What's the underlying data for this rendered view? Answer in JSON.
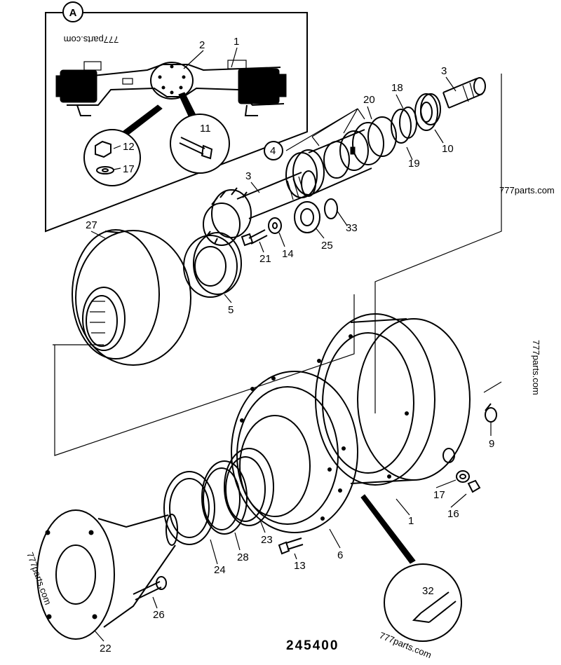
{
  "inset": {
    "label": "A",
    "watermark": "777parts.com",
    "callouts": [
      "1",
      "2",
      "11",
      "12",
      "17"
    ]
  },
  "part_labels": [
    "3",
    "18",
    "20",
    "4",
    "19",
    "10",
    "3",
    "33",
    "25",
    "14",
    "21",
    "27",
    "5",
    "9",
    "17",
    "16",
    "1",
    "6",
    "23",
    "28",
    "24",
    "13",
    "32",
    "26",
    "22"
  ],
  "watermarks": [
    "777parts.com",
    "777parts.com",
    "777parts.com",
    "777parts.com"
  ],
  "drawing_number": "245400"
}
